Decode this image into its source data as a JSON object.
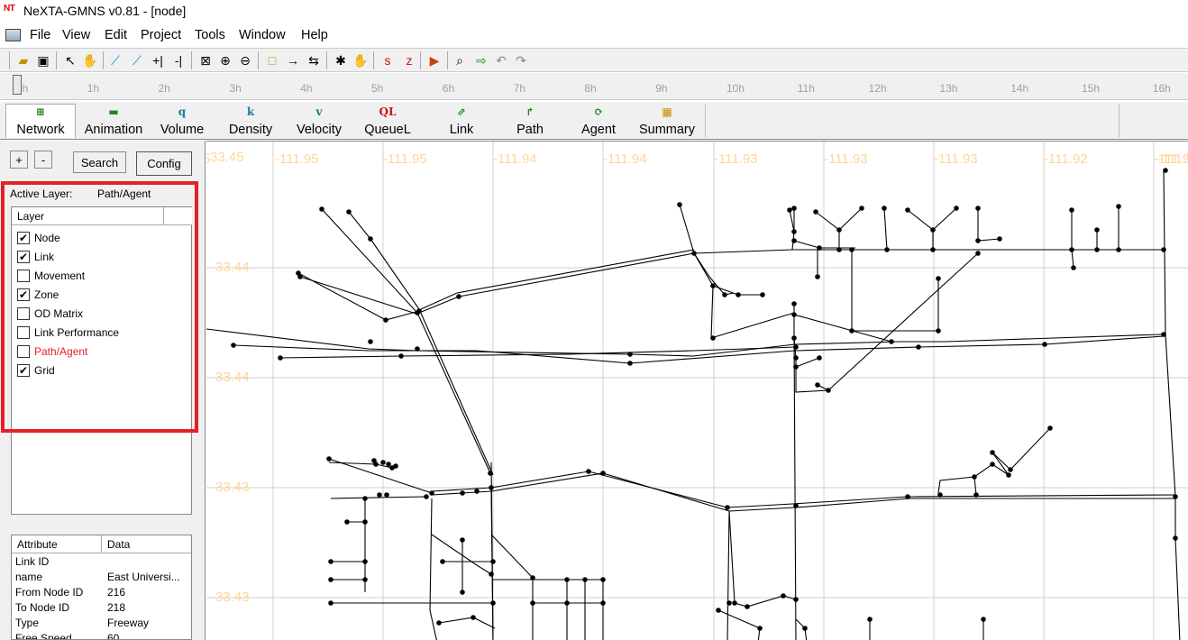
{
  "window": {
    "title": "NeXTA-GMNS v0.81 - [node]",
    "app_badge": "NT"
  },
  "menu": [
    "File",
    "View",
    "Edit",
    "Project",
    "Tools",
    "Window",
    "Help"
  ],
  "toolbar_icons": [
    "open-folder-icon",
    "save-icon",
    "select-arrow-icon",
    "pan-hand-icon",
    "draw-link-icon",
    "draw-link2-icon",
    "split-link-icon",
    "merge-link-icon",
    "zoom-extent-icon",
    "zoom-in-icon",
    "zoom-out-icon",
    "node-icon",
    "arrow-right-icon",
    "bidirectional-arrow-icon",
    "settings-node-icon",
    "grab-hand-icon",
    "origin-icon",
    "destination-icon",
    "play-icon",
    "search-icon",
    "export-icon",
    "undo-icon",
    "redo-icon"
  ],
  "timeline": {
    "ticks": [
      "0h",
      "1h",
      "2h",
      "3h",
      "4h",
      "5h",
      "6h",
      "7h",
      "8h",
      "9h",
      "10h",
      "11h",
      "12h",
      "13h",
      "14h",
      "15h",
      "16h"
    ]
  },
  "tabs": [
    {
      "label": "Network",
      "glyph": "⊞",
      "color": "#2c8a2c",
      "active": true
    },
    {
      "label": "Animation",
      "glyph": "▬",
      "color": "#1a8a1a"
    },
    {
      "label": "Volume",
      "glyph": "q",
      "color": "#1a7a9a"
    },
    {
      "label": "Density",
      "glyph": "k",
      "color": "#1a7a9a"
    },
    {
      "label": "Velocity",
      "glyph": "v",
      "color": "#1a7a9a"
    },
    {
      "label": "QueueL",
      "glyph": "QL",
      "color": "#d01010"
    },
    {
      "label": "Link",
      "glyph": "⇗",
      "color": "#1a8a1a"
    },
    {
      "label": "Path",
      "glyph": "↱",
      "color": "#1a8a1a"
    },
    {
      "label": "Agent",
      "glyph": "⟳",
      "color": "#1a8a1a"
    },
    {
      "label": "Summary",
      "glyph": "▦",
      "color": "#cc8800"
    }
  ],
  "panel": {
    "plus": "+",
    "minus": "-",
    "search": "Search",
    "config": "Config",
    "active_layer_label": "Active Layer:",
    "active_layer_value": "Path/Agent",
    "layer_header": "Layer",
    "layers": [
      {
        "name": "Node",
        "checked": true,
        "active": false
      },
      {
        "name": "Link",
        "checked": true,
        "active": false
      },
      {
        "name": "Movement",
        "checked": false,
        "active": false
      },
      {
        "name": "Zone",
        "checked": true,
        "active": false
      },
      {
        "name": "OD Matrix",
        "checked": false,
        "active": false
      },
      {
        "name": "Link Performance",
        "checked": false,
        "active": false
      },
      {
        "name": "Path/Agent",
        "checked": false,
        "active": true
      },
      {
        "name": "Grid",
        "checked": true,
        "active": false
      }
    ],
    "attr_header": {
      "attribute": "Attribute",
      "data": "Data"
    },
    "attributes": [
      {
        "attribute": "Link ID",
        "data": ""
      },
      {
        "attribute": "name",
        "data": "East Universi..."
      },
      {
        "attribute": "From Node ID",
        "data": "216"
      },
      {
        "attribute": "To Node ID",
        "data": "218"
      },
      {
        "attribute": "Type",
        "data": "Freeway"
      },
      {
        "attribute": "Free Speed",
        "data": "60"
      }
    ]
  },
  "map": {
    "lon_labels": [
      "-111.95",
      "-111.95",
      "-111.94",
      "-111.94",
      "-111.93",
      "-111.93",
      "-111.93",
      "-111.92",
      "-111.92",
      "-111.9"
    ],
    "lat_labels": [
      "33.45",
      "33.44",
      "33.44",
      "33.43",
      "33.43"
    ],
    "colors": {
      "grid": "#d0d0d0",
      "label": "#ffd59a",
      "network": "#000000",
      "highlight": "#e5202a"
    }
  }
}
